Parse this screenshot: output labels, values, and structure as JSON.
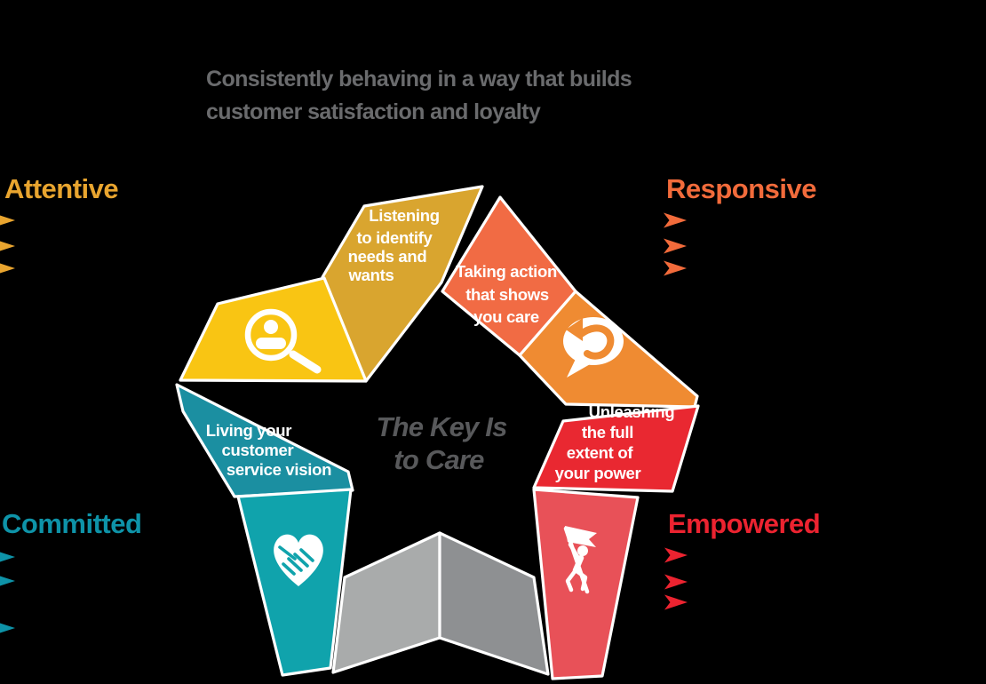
{
  "background": "#000000",
  "title": {
    "line1": "Consistently behaving in a way that builds",
    "line2": "customer satisfaction and loyalty",
    "color": "#6A6B6D"
  },
  "center_label": {
    "line1": "The Key Is",
    "line2": "to Care",
    "color": "#58595B"
  },
  "corner_labels": {
    "attentive": {
      "text": "Attentive",
      "color": "#E9A52F",
      "bullet_count": 3
    },
    "responsive": {
      "text": "Responsive",
      "color": "#F26B3B",
      "bullet_count": 3
    },
    "committed": {
      "text": "Committed",
      "color": "#0E93A8",
      "bullet_count": 3
    },
    "empowered": {
      "text": "Empowered",
      "color": "#EC2330",
      "bullet_count": 3
    }
  },
  "star": {
    "text_color": "#FFFFFF",
    "outline_color": "#FFFFFF",
    "colors": {
      "yellow_dark": "#D9A52F",
      "yellow_bright": "#F9C513",
      "orange_dark": "#F16B44",
      "orange_bright": "#EF8B32",
      "red_dark": "#E92831",
      "red_bright": "#E85158",
      "teal_dark": "#1B8FA1",
      "teal_bright": "#10A3AC",
      "gray_light": "#A9ABAB",
      "gray_dark": "#8E9092"
    },
    "segments": {
      "attentive": {
        "lines": [
          "Listening",
          "to identify",
          "needs and",
          "wants"
        ],
        "icon": "person-search-icon"
      },
      "responsive": {
        "lines": [
          "Taking action",
          "that shows",
          "you care"
        ],
        "icon": "reply-arrow-icon"
      },
      "committed": {
        "lines": [
          "Living your",
          "customer",
          "service vision"
        ],
        "icon": "heart-handshake-icon"
      },
      "empowered": {
        "lines": [
          "Unleashing",
          "the full",
          "extent of",
          "your power"
        ],
        "icon": "flag-bearer-icon"
      },
      "back": {
        "lines": []
      }
    }
  }
}
